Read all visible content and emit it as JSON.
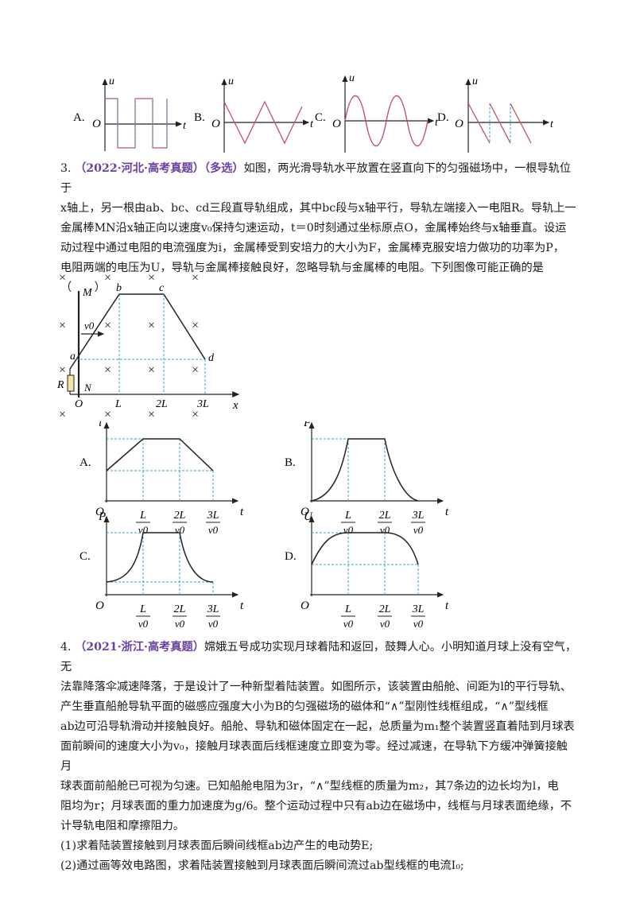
{
  "q2": {
    "options": [
      {
        "label": "A.",
        "shape": "square"
      },
      {
        "label": "B.",
        "shape": "triangle"
      },
      {
        "label": "C.",
        "shape": "sine"
      },
      {
        "label": "D.",
        "shape": "sawtooth"
      }
    ],
    "axis_y": "u",
    "axis_x": "t",
    "origin": "O"
  },
  "q3": {
    "number": "3.",
    "source": "（2022·河北·高考真题）",
    "type": "（多选）",
    "line1": "如图，两光滑导轨水平放置在竖直向下的匀强磁场中，一根导轨位于",
    "line2": "x轴上，另一根由ab、bc、cd三段直导轨组成，其中bc段与x轴平行，导轨左端接入一电阻R。导轨上一",
    "line3": "金属棒MN沿x轴正向以速度v₀保持匀速运动，t＝0时刻通过坐标原点O，金属棒始终与x轴垂直。设运",
    "line4": "动过程中通过电阻的电流强度为i，金属棒受到安培力的大小为F，金属棒克服安培力做功的功率为P，",
    "line5": "电阻两端的电压为U，导轨与金属棒接触良好，忽略导轨与金属棒的电阻。下列图像可能正确的是",
    "paren": "（　　）",
    "figure": {
      "labels": {
        "M": "M",
        "N": "N",
        "R": "R",
        "a": "a",
        "b": "b",
        "c": "c",
        "d": "d",
        "O": "O",
        "x": "x",
        "v0": "v0",
        "L": "L",
        "L2": "2L",
        "L3": "3L"
      },
      "cross": "×"
    },
    "graphs": [
      {
        "label": "A.",
        "axis": "i",
        "shape": "i"
      },
      {
        "label": "B.",
        "axis": "F",
        "shape": "F"
      },
      {
        "label": "C.",
        "axis": "P",
        "shape": "P"
      },
      {
        "label": "D.",
        "axis": "U",
        "shape": "U"
      }
    ],
    "tick_num": [
      "L",
      "2L",
      "3L"
    ],
    "tick_den": "v0",
    "t": "t",
    "O": "O"
  },
  "q4": {
    "number": "4.",
    "source": "（2021·浙江·高考真题）",
    "lines": [
      "嫦娥五号成功实现月球着陆和返回，鼓舞人心。小明知道月球上没有空气，无",
      "法靠降落伞减速降落，于是设计了一种新型着陆装置。如图所示，该装置由船舱、间距为l的平行导轨、",
      "产生垂直船舱导轨平面的磁感应强度大小为B的匀强磁场的磁体和“∧”型刚性线框组成，“∧”型线框",
      "ab边可沿导轨滑动并接触良好。船舱、导轨和磁体固定在一起，总质量为m₁整个装置竖直着陆到月球表",
      "面前瞬间的速度大小为v₀，接触月球表面后线框速度立即变为零。经过减速，在导轨下方缓冲弹簧接触月",
      "球表面前船舱已可视为匀速。已知船舱电阻为3r，“∧”型线框的质量为m₂，其7条边的边长均为l，电",
      "阻均为r；月球表面的重力加速度为g/6。整个运动过程中只有ab边在磁场中，线框与月球表面绝缘，不",
      "计导轨电阻和摩擦阻力。",
      "(1)求着陆装置接触到月球表面后瞬间线框ab边产生的电动势E;",
      "(2)通过画等效电路图，求着陆装置接触到月球表面后瞬间流过ab型线框的电流I₀;"
    ]
  }
}
